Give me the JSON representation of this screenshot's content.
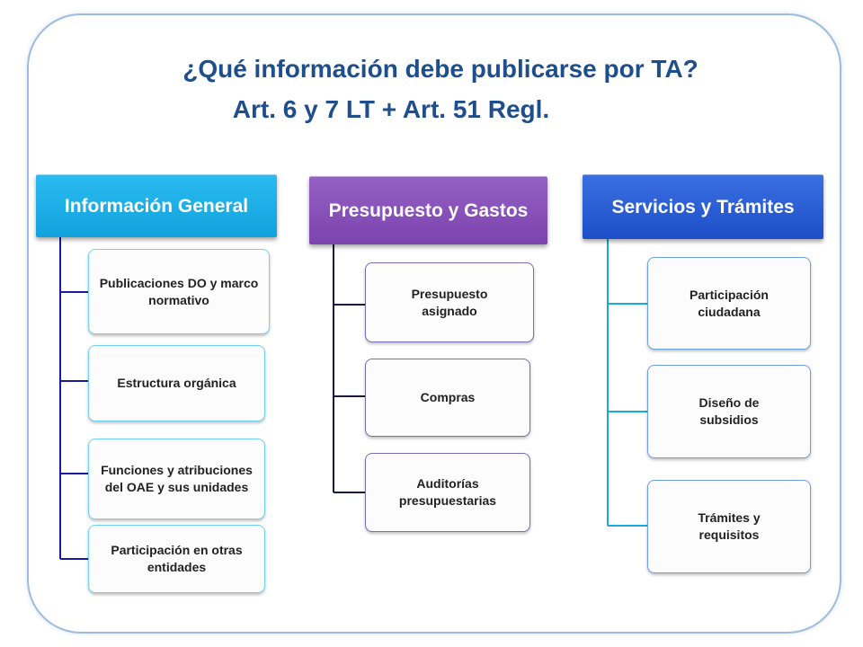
{
  "title": {
    "line1": "¿Qué información debe publicarse por TA?",
    "line2": "Art. 6 y 7 LT + Art. 51 Regl."
  },
  "columns": [
    {
      "header": "Información General",
      "items": [
        "Publicaciones DO y marco normativo",
        "Estructura orgánica",
        "Funciones y atribuciones del OAE y sus unidades",
        "Participación en otras entidades"
      ]
    },
    {
      "header": "Presupuesto y Gastos",
      "items": [
        "Presupuesto asignado",
        "Compras",
        "Auditorías presupuestarias"
      ]
    },
    {
      "header": "Servicios y Trámites",
      "items": [
        "Participación ciudadana",
        "Diseño de subsidios",
        "Trámites y requisitos"
      ]
    }
  ],
  "colors": {
    "title": "#1f4e8c",
    "general": "#10a2dd",
    "presupuesto": "#7b43ae",
    "servicios": "#1d4fc9",
    "connector_general": "#1a1a9e",
    "connector_presupuesto": "#1a1a3a",
    "connector_servicios": "#19a8e0"
  }
}
